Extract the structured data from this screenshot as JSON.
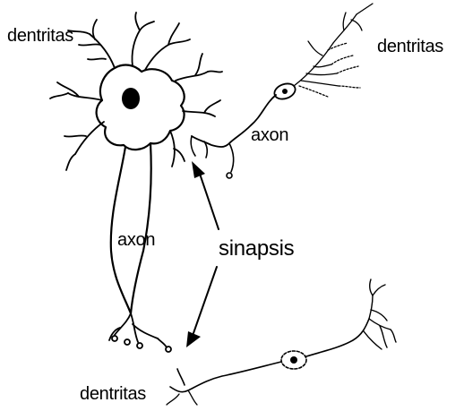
{
  "labels": {
    "dendrites_top_left": "dentritas",
    "dendrites_top_right": "dentritas",
    "dendrites_bottom": "dentritas",
    "axon_right": "axon",
    "axon_left": "axon",
    "synapse": "sinapsis"
  },
  "colors": {
    "ink": "#000000",
    "background": "#ffffff"
  }
}
